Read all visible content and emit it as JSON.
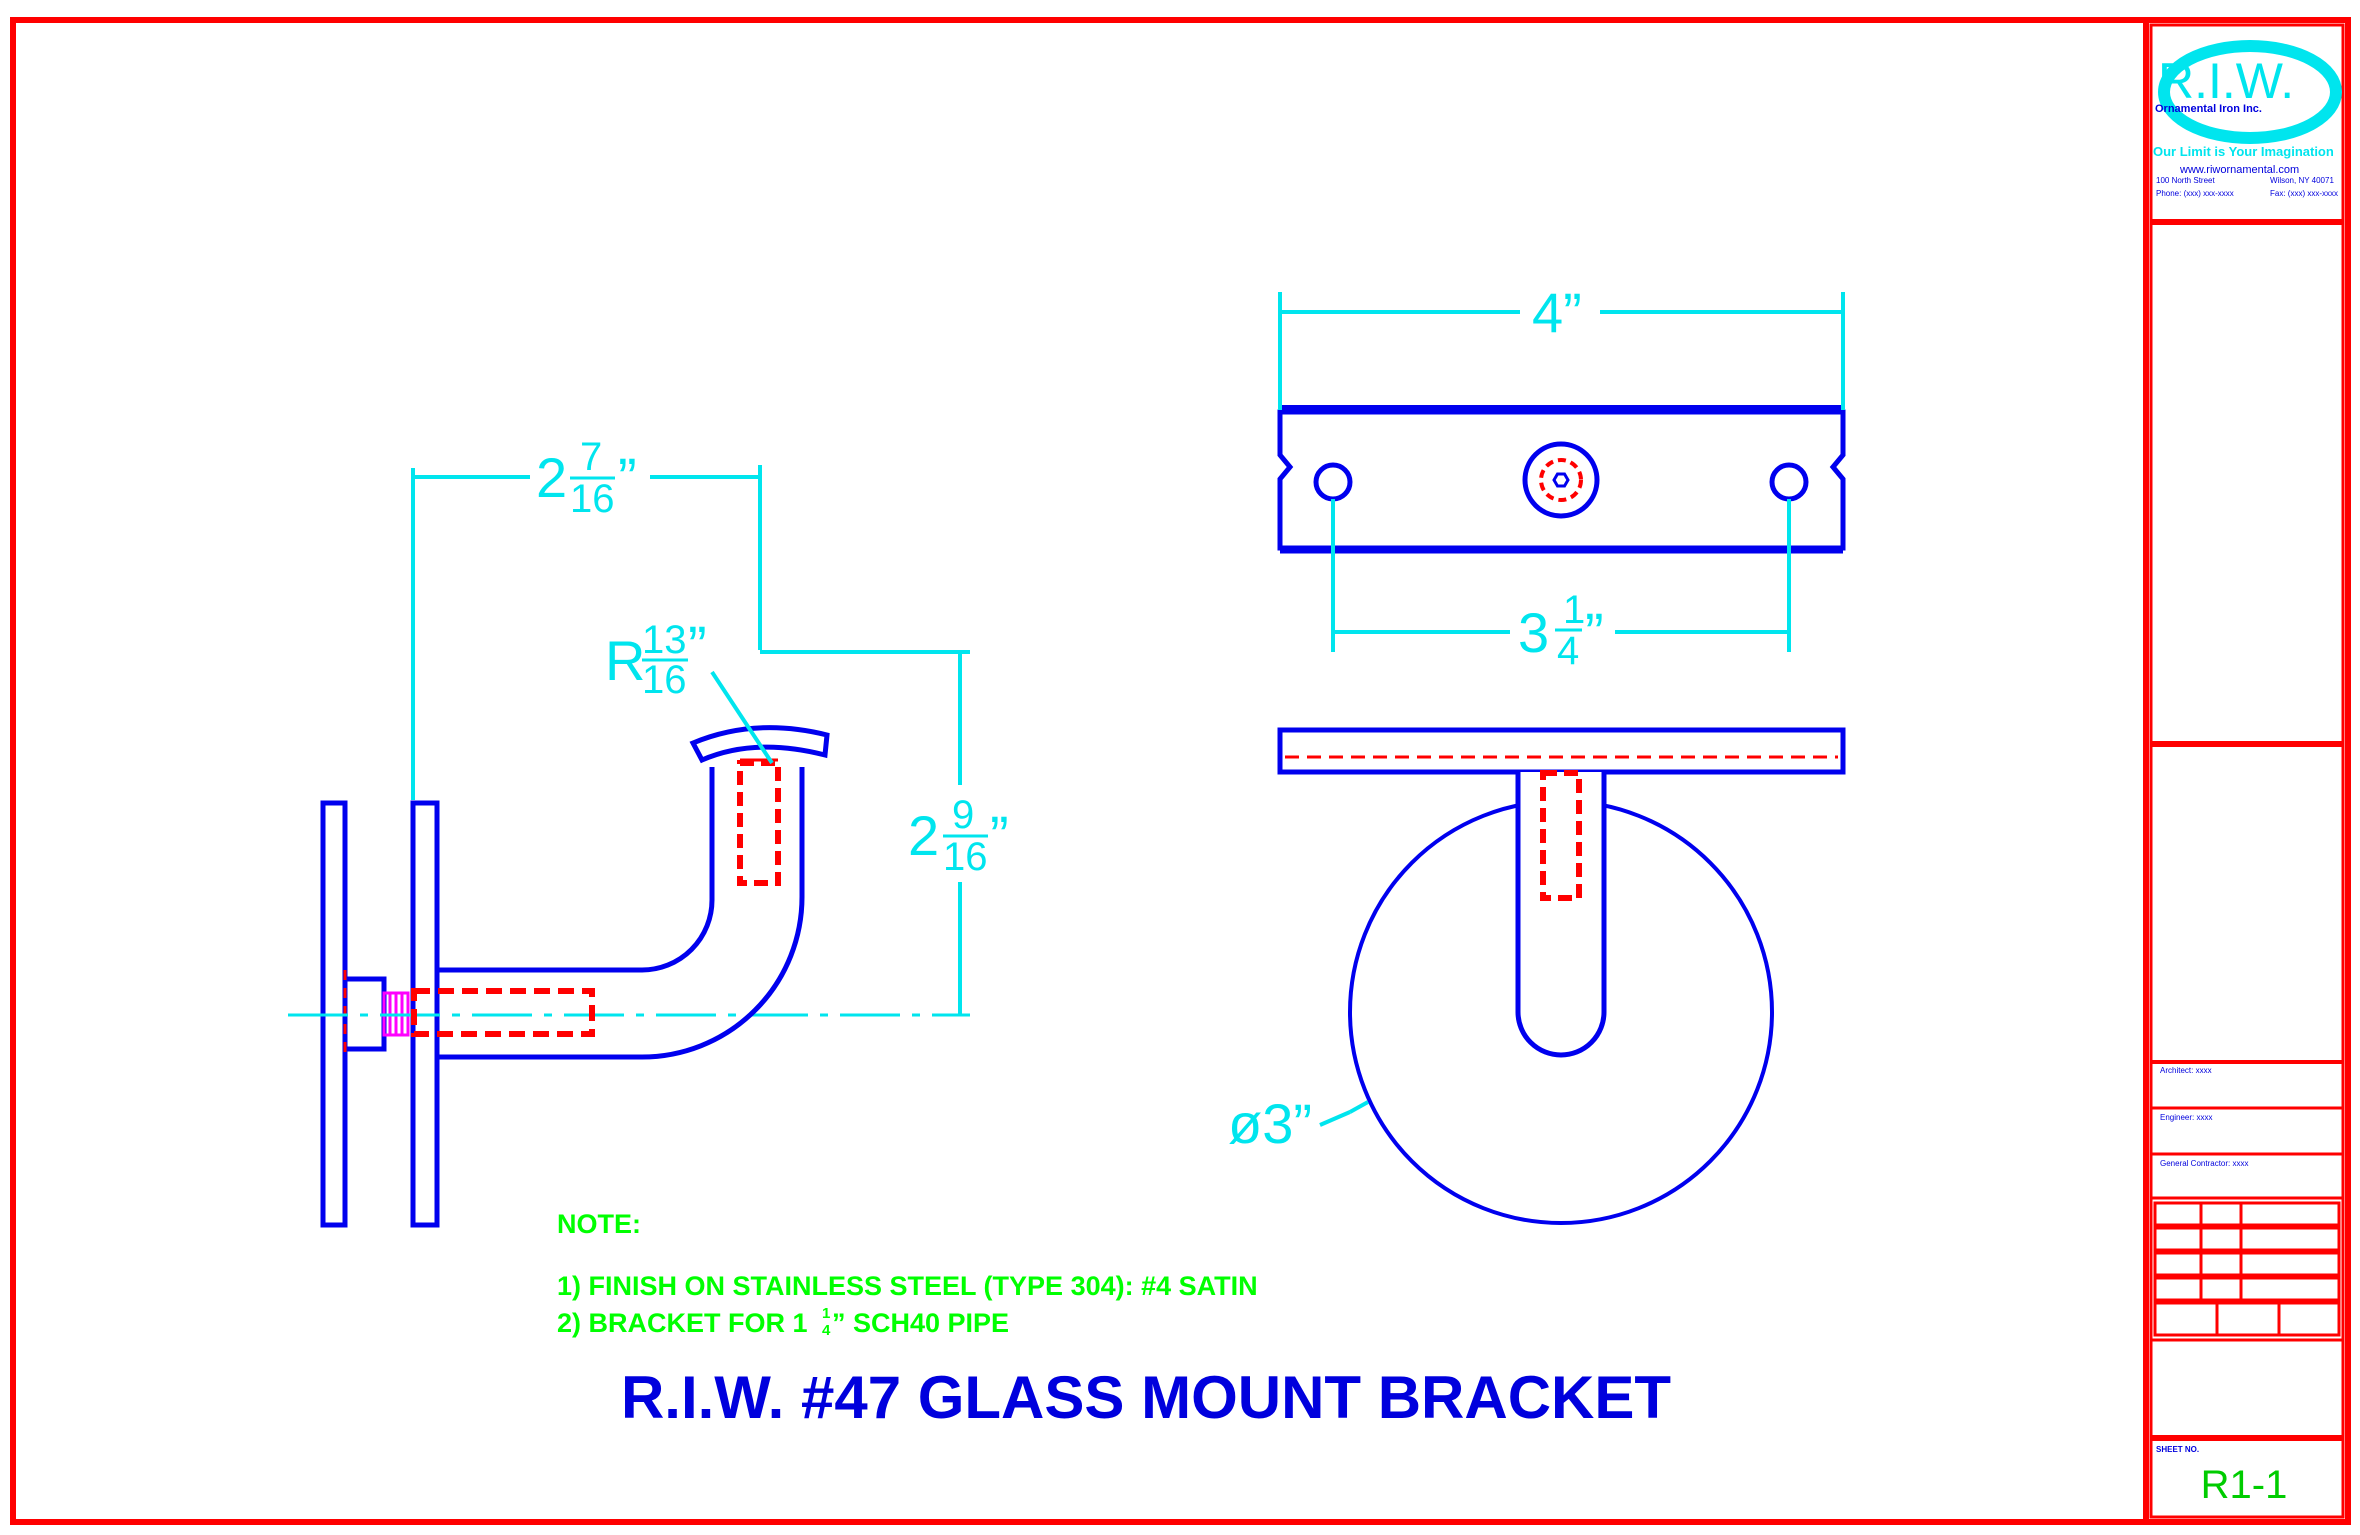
{
  "drawing": {
    "title": "R.I.W. #47 GLASS MOUNT BRACKET",
    "sheet_number": "R1-1"
  },
  "dimensions": {
    "side_width_whole": "2",
    "side_width_num": "7",
    "side_width_den": "16",
    "side_width_unit": "”",
    "saddle_radius_prefix": "R",
    "saddle_radius_num": "13",
    "saddle_radius_den": "16",
    "saddle_radius_unit": "”",
    "side_height_whole": "2",
    "side_height_num": "9",
    "side_height_den": "16",
    "side_height_unit": "”",
    "plate_length": "4”",
    "hole_spacing_whole": "3",
    "hole_spacing_num": "1",
    "hole_spacing_den": "4",
    "hole_spacing_unit": "”",
    "disc_diameter": "ø3”"
  },
  "notes": {
    "heading": "NOTE:",
    "line1": "1) FINISH ON STAINLESS STEEL (TYPE 304): #4 SATIN",
    "line2_prefix": "2) BRACKET FOR 1",
    "line2_frac_num": "1",
    "line2_frac_den": "4",
    "line2_suffix": "” SCH40 PIPE"
  },
  "title_block": {
    "logo_text": "R.I.W.",
    "logo_subtitle": "Ornamental Iron Inc.",
    "tagline": "Our Limit is Your Imagination",
    "website": "www.riwornamental.com",
    "street": "100 North Street",
    "city": "Wilson, NY 40071",
    "phone": "Phone: (xxx) xxx-xxxx",
    "fax": "Fax: (xxx) xxx-xxxx",
    "architect": "Architect:  xxxx",
    "engineer": "Engineer:  xxxx",
    "general_contractor": "General Contractor:  xxxx",
    "sheet_label": "SHEET NO."
  },
  "colors": {
    "border": "#ff0000",
    "outline": "#0000ee",
    "dimension": "#00e5ee",
    "hidden": "#ff0000",
    "note": "#00ff00",
    "title": "#0000dd",
    "thread": "#ff00ff"
  }
}
